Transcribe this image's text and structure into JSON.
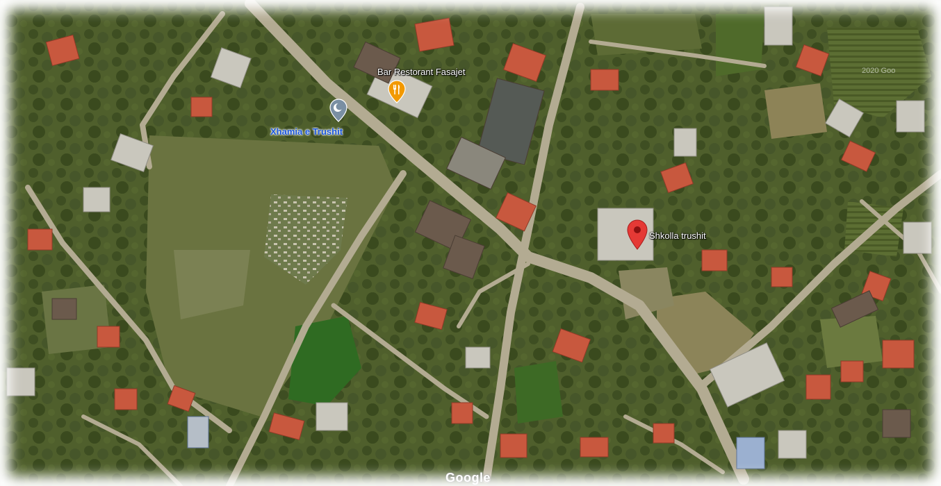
{
  "map": {
    "attribution": "Google",
    "imagery_year": "2020 Goo",
    "places": [
      {
        "name": "Bar Restorant Fasajet",
        "icon": "restaurant-icon",
        "color": "#f29900"
      },
      {
        "name": "Xhamia e Trushit",
        "icon": "mosque-icon",
        "color": "#7a8fa3"
      },
      {
        "name": "Shkolla trushit",
        "icon": "location-pin-icon",
        "color": "#e53935"
      }
    ]
  }
}
